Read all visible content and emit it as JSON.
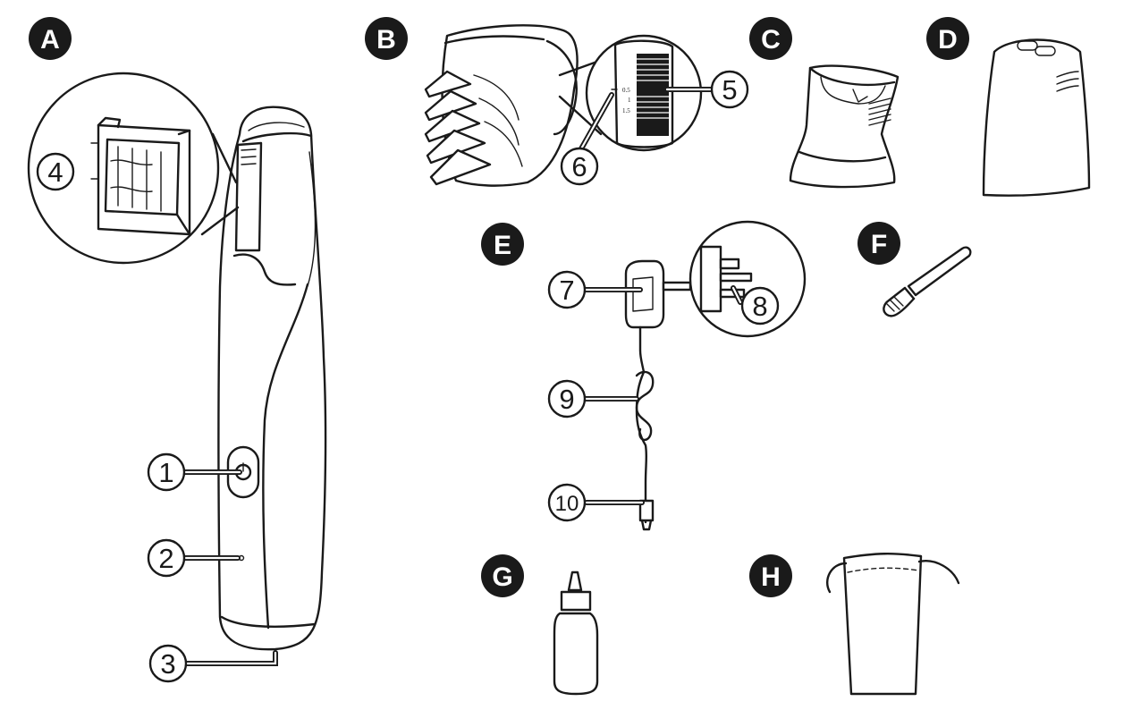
{
  "part_letters": {
    "A": "A",
    "B": "B",
    "C": "C",
    "D": "D",
    "E": "E",
    "F": "F",
    "G": "G",
    "H": "H"
  },
  "callouts": {
    "c1": "1",
    "c2": "2",
    "c3": "3",
    "c4": "4",
    "c5": "5",
    "c6": "6",
    "c7": "7",
    "c8": "8",
    "c9": "9",
    "c10": "10"
  },
  "comb_scale": {
    "s1": "0.5",
    "s2": "1",
    "s3": "1.5"
  }
}
